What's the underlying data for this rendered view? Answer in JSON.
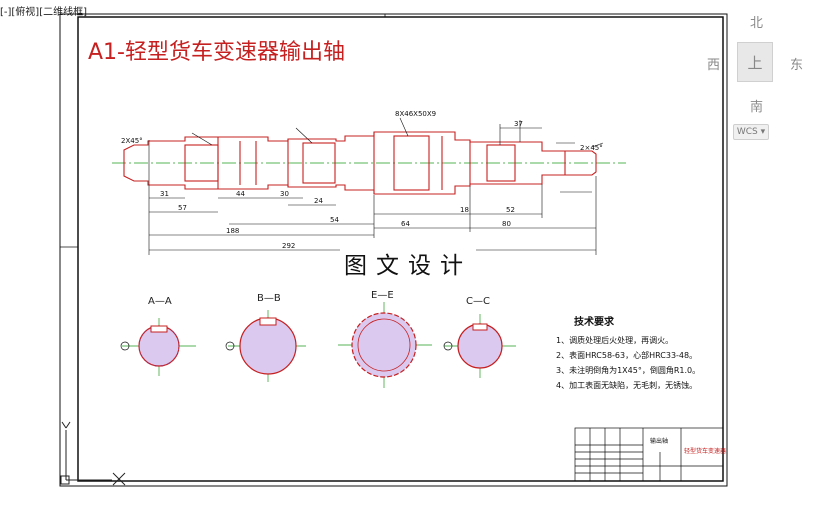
{
  "viewport": {
    "label": "[-][俯视][二维线框]"
  },
  "viewcube": {
    "north": "北",
    "south": "南",
    "west": "西",
    "east": "东",
    "face": "上",
    "wcs": "WCS ▾"
  },
  "drawing": {
    "title": "A1-轻型货车变速器输出轴",
    "overlay": "图文设计",
    "dimensions": {
      "d57": "57",
      "d31": "31",
      "d44": "44",
      "d30": "30",
      "d24": "24",
      "d54": "54",
      "d64": "64",
      "d18": "18",
      "d52": "52",
      "d80": "80",
      "d37": "37",
      "d188": "188",
      "d292": "292",
      "chamfer_left": "2X45°",
      "chamfer_right": "2×45°",
      "spline": "8X46X50X9"
    },
    "sections": [
      "A—A",
      "B—B",
      "E—E",
      "C—C"
    ],
    "tech_title": "技术要求",
    "tech_items": [
      "1、调质处理后火处理，再调火。",
      "2、表面HRC58-63，心部HRC33-48。",
      "3、未注明倒角为1X45°，倒圆角R1.0。",
      "4、加工表面无缺陷，无毛刺，无锈蚀。"
    ],
    "title_block": {
      "name": "输出轴",
      "label": "轻型货车变速器"
    }
  },
  "colors": {
    "title": "#c62020",
    "part": "#c62020",
    "center": "#1f9a1f",
    "hatch": "#7a4dbb"
  }
}
